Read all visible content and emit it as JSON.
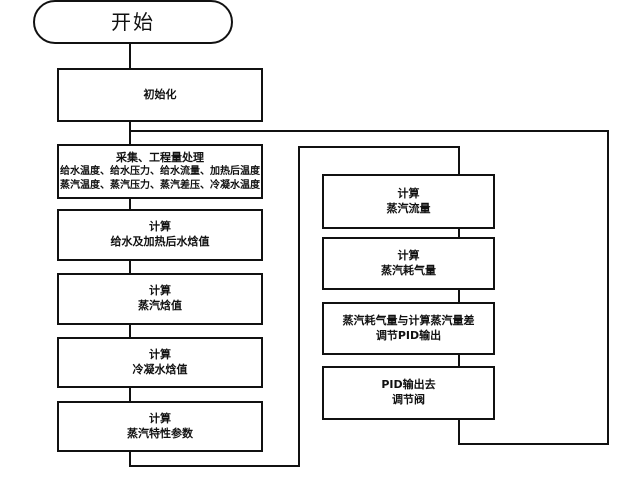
{
  "flowchart": {
    "start": "开始",
    "init": "初始化",
    "acquire": {
      "title": "采集、工程量处理",
      "line1": "给水温度、给水压力、给水流量、加热后温度",
      "line2": "蒸汽温度、蒸汽压力、蒸汽差压、冷凝水温度"
    },
    "feedwater_enthalpy": {
      "title": "计算",
      "text": "给水及加热后水焓值"
    },
    "steam_enthalpy": {
      "title": "计算",
      "text": "蒸汽焓值"
    },
    "condensate_enthalpy": {
      "title": "计算",
      "text": "冷凝水焓值"
    },
    "steam_properties": {
      "title": "计算",
      "text": "蒸汽特性参数"
    },
    "steam_flow": {
      "title": "计算",
      "text": "蒸汽流量"
    },
    "steam_consumption": {
      "title": "计算",
      "text": "蒸汽耗气量"
    },
    "pid_adjust": {
      "line1": "蒸汽耗气量与计算蒸汽量差",
      "line2": "调节PID输出"
    },
    "pid_output": {
      "line1": "PID输出去",
      "line2": "调节阀"
    }
  },
  "colors": {
    "line": "#111111",
    "box_fill": "#ffffff"
  }
}
